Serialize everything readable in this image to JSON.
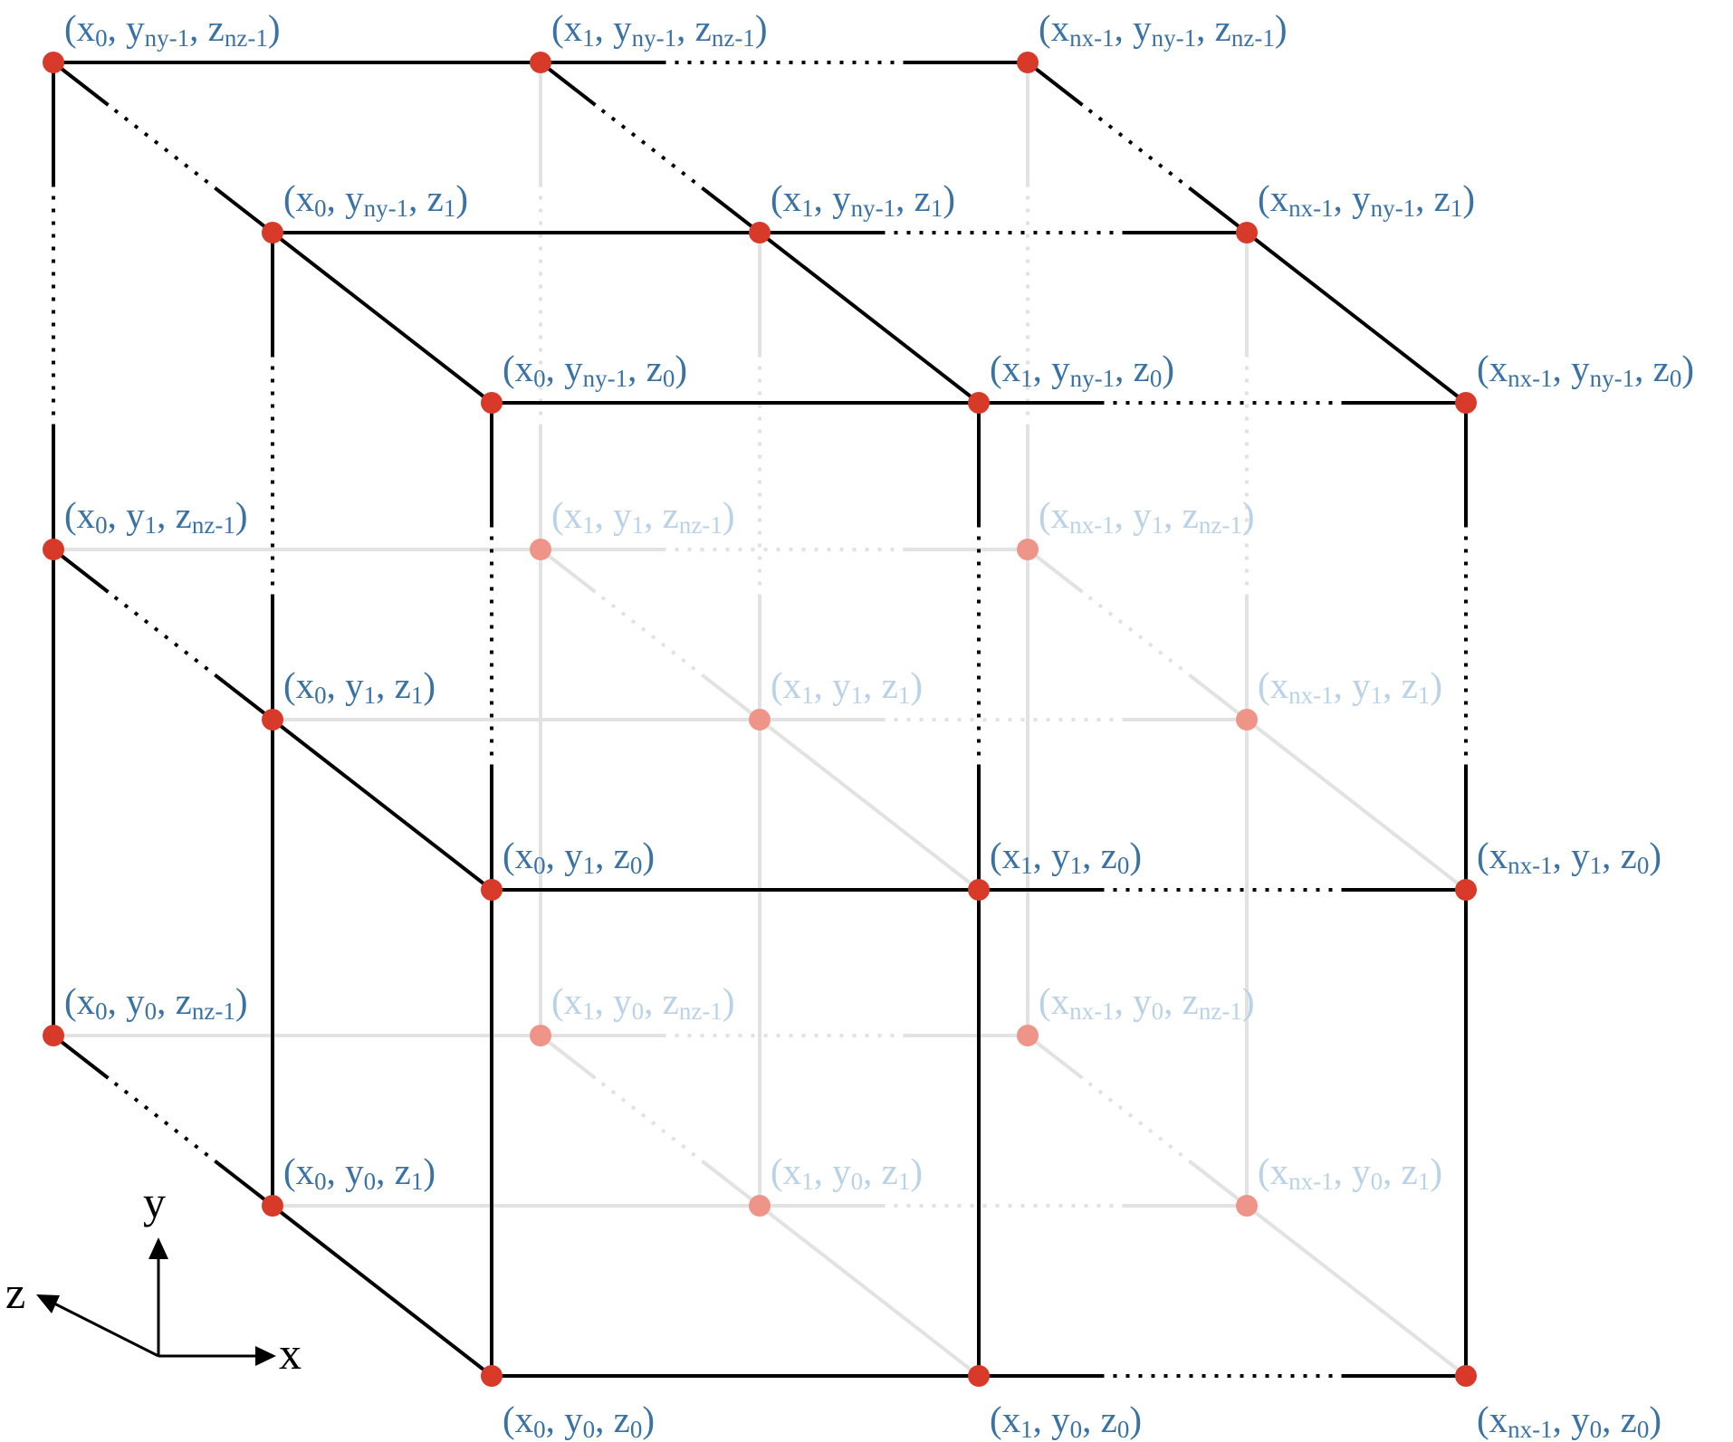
{
  "colors": {
    "front_edge": "#000000",
    "back_edge": "#e2e2e2",
    "front_node": "#d83a2a",
    "back_node": "#ee9488",
    "front_label": "#3a72a6",
    "back_label": "#b9d2e8"
  },
  "axes": {
    "x": "x",
    "y": "y",
    "z": "z"
  },
  "nodes": [
    {
      "id": "x0_y0_z0",
      "label": [
        "(x",
        "0",
        ", y",
        "0",
        ", z",
        "0",
        ")"
      ],
      "hidden": false
    },
    {
      "id": "x1_y0_z0",
      "label": [
        "(x",
        "1",
        ", y",
        "0",
        ", z",
        "0",
        ")"
      ],
      "hidden": false
    },
    {
      "id": "xn_y0_z0",
      "label": [
        "(x",
        "nx-1",
        ", y",
        "0",
        ", z",
        "0",
        ")"
      ],
      "hidden": false
    },
    {
      "id": "x0_y1_z0",
      "label": [
        "(x",
        "0",
        ", y",
        "1",
        ", z",
        "0",
        ")"
      ],
      "hidden": false
    },
    {
      "id": "x1_y1_z0",
      "label": [
        "(x",
        "1",
        ", y",
        "1",
        ", z",
        "0",
        ")"
      ],
      "hidden": false
    },
    {
      "id": "xn_y1_z0",
      "label": [
        "(x",
        "nx-1",
        ", y",
        "1",
        ", z",
        "0",
        ")"
      ],
      "hidden": false
    },
    {
      "id": "x0_yn_z0",
      "label": [
        "(x",
        "0",
        ", y",
        "ny-1",
        ", z",
        "0",
        ")"
      ],
      "hidden": false
    },
    {
      "id": "x1_yn_z0",
      "label": [
        "(x",
        "1",
        ", y",
        "ny-1",
        ", z",
        "0",
        ")"
      ],
      "hidden": false
    },
    {
      "id": "xn_yn_z0",
      "label": [
        "(x",
        "nx-1",
        ", y",
        "ny-1",
        ", z",
        "0",
        ")"
      ],
      "hidden": false
    },
    {
      "id": "x0_y0_z1",
      "label": [
        "(x",
        "0",
        ", y",
        "0",
        ", z",
        "1",
        ")"
      ],
      "hidden": false
    },
    {
      "id": "x1_y0_z1",
      "label": [
        "(x",
        "1",
        ", y",
        "0",
        ", z",
        "1",
        ")"
      ],
      "hidden": true
    },
    {
      "id": "xn_y0_z1",
      "label": [
        "(x",
        "nx-1",
        ", y",
        "0",
        ", z",
        "1",
        ")"
      ],
      "hidden": true
    },
    {
      "id": "x0_y1_z1",
      "label": [
        "(x",
        "0",
        ", y",
        "1",
        ", z",
        "1",
        ")"
      ],
      "hidden": false
    },
    {
      "id": "x1_y1_z1",
      "label": [
        "(x",
        "1",
        ", y",
        "1",
        ", z",
        "1",
        ")"
      ],
      "hidden": true
    },
    {
      "id": "xn_y1_z1",
      "label": [
        "(x",
        "nx-1",
        ", y",
        "1",
        ", z",
        "1",
        ")"
      ],
      "hidden": true
    },
    {
      "id": "x0_yn_z1",
      "label": [
        "(x",
        "0",
        ", y",
        "ny-1",
        ", z",
        "1",
        ")"
      ],
      "hidden": false
    },
    {
      "id": "x1_yn_z1",
      "label": [
        "(x",
        "1",
        ", y",
        "ny-1",
        ", z",
        "1",
        ")"
      ],
      "hidden": false
    },
    {
      "id": "xn_yn_z1",
      "label": [
        "(x",
        "nx-1",
        ", y",
        "ny-1",
        ", z",
        "1",
        ")"
      ],
      "hidden": false
    },
    {
      "id": "x0_y0_zn",
      "label": [
        "(x",
        "0",
        ", y",
        "0",
        ", z",
        "nz-1",
        ")"
      ],
      "hidden": false
    },
    {
      "id": "x1_y0_zn",
      "label": [
        "(x",
        "1",
        ", y",
        "0",
        ", z",
        "nz-1",
        ")"
      ],
      "hidden": true
    },
    {
      "id": "xn_y0_zn",
      "label": [
        "(x",
        "nx-1",
        ", y",
        "0",
        ", z",
        "nz-1",
        ")"
      ],
      "hidden": true
    },
    {
      "id": "x0_y1_zn",
      "label": [
        "(x",
        "0",
        ", y",
        "1",
        ", z",
        "nz-1",
        ")"
      ],
      "hidden": false
    },
    {
      "id": "x1_y1_zn",
      "label": [
        "(x",
        "1",
        ", y",
        "1",
        ", z",
        "nz-1",
        ")"
      ],
      "hidden": true
    },
    {
      "id": "xn_y1_zn",
      "label": [
        "(x",
        "nx-1",
        ", y",
        "1",
        ", z",
        "nz-1",
        ")"
      ],
      "hidden": true
    },
    {
      "id": "x0_yn_zn",
      "label": [
        "(x",
        "0",
        ", y",
        "ny-1",
        ", z",
        "nz-1",
        ")"
      ],
      "hidden": false
    },
    {
      "id": "x1_yn_zn",
      "label": [
        "(x",
        "1",
        ", y",
        "ny-1",
        ", z",
        "nz-1",
        ")"
      ],
      "hidden": false
    },
    {
      "id": "xn_yn_zn",
      "label": [
        "(x",
        "nx-1",
        ", y",
        "ny-1",
        ", z",
        "nz-1",
        ")"
      ],
      "hidden": false
    }
  ],
  "edges": [
    {
      "a": "x0_yn_zn",
      "b": "x1_yn_zn",
      "hidden": false,
      "dotted": false
    },
    {
      "a": "x1_yn_zn",
      "b": "xn_yn_zn",
      "hidden": false,
      "dotted": true
    },
    {
      "a": "x0_yn_z1",
      "b": "x1_yn_z1",
      "hidden": false,
      "dotted": false
    },
    {
      "a": "x1_yn_z1",
      "b": "xn_yn_z1",
      "hidden": false,
      "dotted": true
    },
    {
      "a": "x0_yn_z0",
      "b": "x1_yn_z0",
      "hidden": false,
      "dotted": false
    },
    {
      "a": "x1_yn_z0",
      "b": "xn_yn_z0",
      "hidden": false,
      "dotted": true
    },
    {
      "a": "x0_y1_z0",
      "b": "x1_y1_z0",
      "hidden": false,
      "dotted": false
    },
    {
      "a": "x1_y1_z0",
      "b": "xn_y1_z0",
      "hidden": false,
      "dotted": true
    },
    {
      "a": "x0_y0_z0",
      "b": "x1_y0_z0",
      "hidden": false,
      "dotted": false
    },
    {
      "a": "x1_y0_z0",
      "b": "xn_y0_z0",
      "hidden": false,
      "dotted": true
    },
    {
      "a": "x0_y1_z1",
      "b": "x1_y1_z1",
      "hidden": true,
      "dotted": false
    },
    {
      "a": "x1_y1_z1",
      "b": "xn_y1_z1",
      "hidden": true,
      "dotted": true
    },
    {
      "a": "x0_y0_z1",
      "b": "x1_y0_z1",
      "hidden": true,
      "dotted": false
    },
    {
      "a": "x1_y0_z1",
      "b": "xn_y0_z1",
      "hidden": true,
      "dotted": true
    },
    {
      "a": "x0_y1_zn",
      "b": "x1_y1_zn",
      "hidden": true,
      "dotted": false
    },
    {
      "a": "x1_y1_zn",
      "b": "xn_y1_zn",
      "hidden": true,
      "dotted": true
    },
    {
      "a": "x0_y0_zn",
      "b": "x1_y0_zn",
      "hidden": true,
      "dotted": false
    },
    {
      "a": "x1_y0_zn",
      "b": "xn_y0_zn",
      "hidden": true,
      "dotted": true
    },
    {
      "a": "x0_y0_z0",
      "b": "x0_y1_z0",
      "hidden": false,
      "dotted": false
    },
    {
      "a": "x0_y1_z0",
      "b": "x0_yn_z0",
      "hidden": false,
      "dotted": true
    },
    {
      "a": "x1_y0_z0",
      "b": "x1_y1_z0",
      "hidden": false,
      "dotted": false
    },
    {
      "a": "x1_y1_z0",
      "b": "x1_yn_z0",
      "hidden": false,
      "dotted": true
    },
    {
      "a": "xn_y0_z0",
      "b": "xn_y1_z0",
      "hidden": false,
      "dotted": false
    },
    {
      "a": "xn_y1_z0",
      "b": "xn_yn_z0",
      "hidden": false,
      "dotted": true
    },
    {
      "a": "x0_y0_z1",
      "b": "x0_y1_z1",
      "hidden": false,
      "dotted": false
    },
    {
      "a": "x0_y1_z1",
      "b": "x0_yn_z1",
      "hidden": false,
      "dotted": true
    },
    {
      "a": "x0_y0_zn",
      "b": "x0_y1_zn",
      "hidden": false,
      "dotted": false
    },
    {
      "a": "x0_y1_zn",
      "b": "x0_yn_zn",
      "hidden": false,
      "dotted": true
    },
    {
      "a": "x1_y0_z1",
      "b": "x1_y1_z1",
      "hidden": true,
      "dotted": false
    },
    {
      "a": "x1_y1_z1",
      "b": "x1_yn_z1",
      "hidden": true,
      "dotted": true
    },
    {
      "a": "xn_y0_z1",
      "b": "xn_y1_z1",
      "hidden": true,
      "dotted": false
    },
    {
      "a": "xn_y1_z1",
      "b": "xn_yn_z1",
      "hidden": true,
      "dotted": true
    },
    {
      "a": "x1_y0_zn",
      "b": "x1_y1_zn",
      "hidden": true,
      "dotted": false
    },
    {
      "a": "x1_y1_zn",
      "b": "x1_yn_zn",
      "hidden": true,
      "dotted": true
    },
    {
      "a": "xn_y0_zn",
      "b": "xn_y1_zn",
      "hidden": true,
      "dotted": false
    },
    {
      "a": "xn_y1_zn",
      "b": "xn_yn_zn",
      "hidden": true,
      "dotted": true
    },
    {
      "a": "x0_y0_z0",
      "b": "x0_y0_z1",
      "hidden": false,
      "dotted": false
    },
    {
      "a": "x0_y0_z1",
      "b": "x0_y0_zn",
      "hidden": false,
      "dotted": true
    },
    {
      "a": "x0_y1_z0",
      "b": "x0_y1_z1",
      "hidden": false,
      "dotted": false
    },
    {
      "a": "x0_y1_z1",
      "b": "x0_y1_zn",
      "hidden": false,
      "dotted": true
    },
    {
      "a": "x0_yn_z0",
      "b": "x0_yn_z1",
      "hidden": false,
      "dotted": false
    },
    {
      "a": "x0_yn_z1",
      "b": "x0_yn_zn",
      "hidden": false,
      "dotted": true
    },
    {
      "a": "x1_yn_z0",
      "b": "x1_yn_z1",
      "hidden": false,
      "dotted": false
    },
    {
      "a": "x1_yn_z1",
      "b": "x1_yn_zn",
      "hidden": false,
      "dotted": true
    },
    {
      "a": "xn_yn_z0",
      "b": "xn_yn_z1",
      "hidden": false,
      "dotted": false
    },
    {
      "a": "xn_yn_z1",
      "b": "xn_yn_zn",
      "hidden": false,
      "dotted": true
    },
    {
      "a": "x1_y0_z0",
      "b": "x1_y0_z1",
      "hidden": true,
      "dotted": false
    },
    {
      "a": "x1_y0_z1",
      "b": "x1_y0_zn",
      "hidden": true,
      "dotted": true
    },
    {
      "a": "xn_y0_z0",
      "b": "xn_y0_z1",
      "hidden": true,
      "dotted": false
    },
    {
      "a": "xn_y0_z1",
      "b": "xn_y0_zn",
      "hidden": true,
      "dotted": true
    },
    {
      "a": "x1_y1_z0",
      "b": "x1_y1_z1",
      "hidden": true,
      "dotted": false
    },
    {
      "a": "x1_y1_z1",
      "b": "x1_y1_zn",
      "hidden": true,
      "dotted": true
    },
    {
      "a": "xn_y1_z0",
      "b": "xn_y1_z1",
      "hidden": true,
      "dotted": false
    },
    {
      "a": "xn_y1_z1",
      "b": "xn_y1_zn",
      "hidden": true,
      "dotted": true
    }
  ]
}
